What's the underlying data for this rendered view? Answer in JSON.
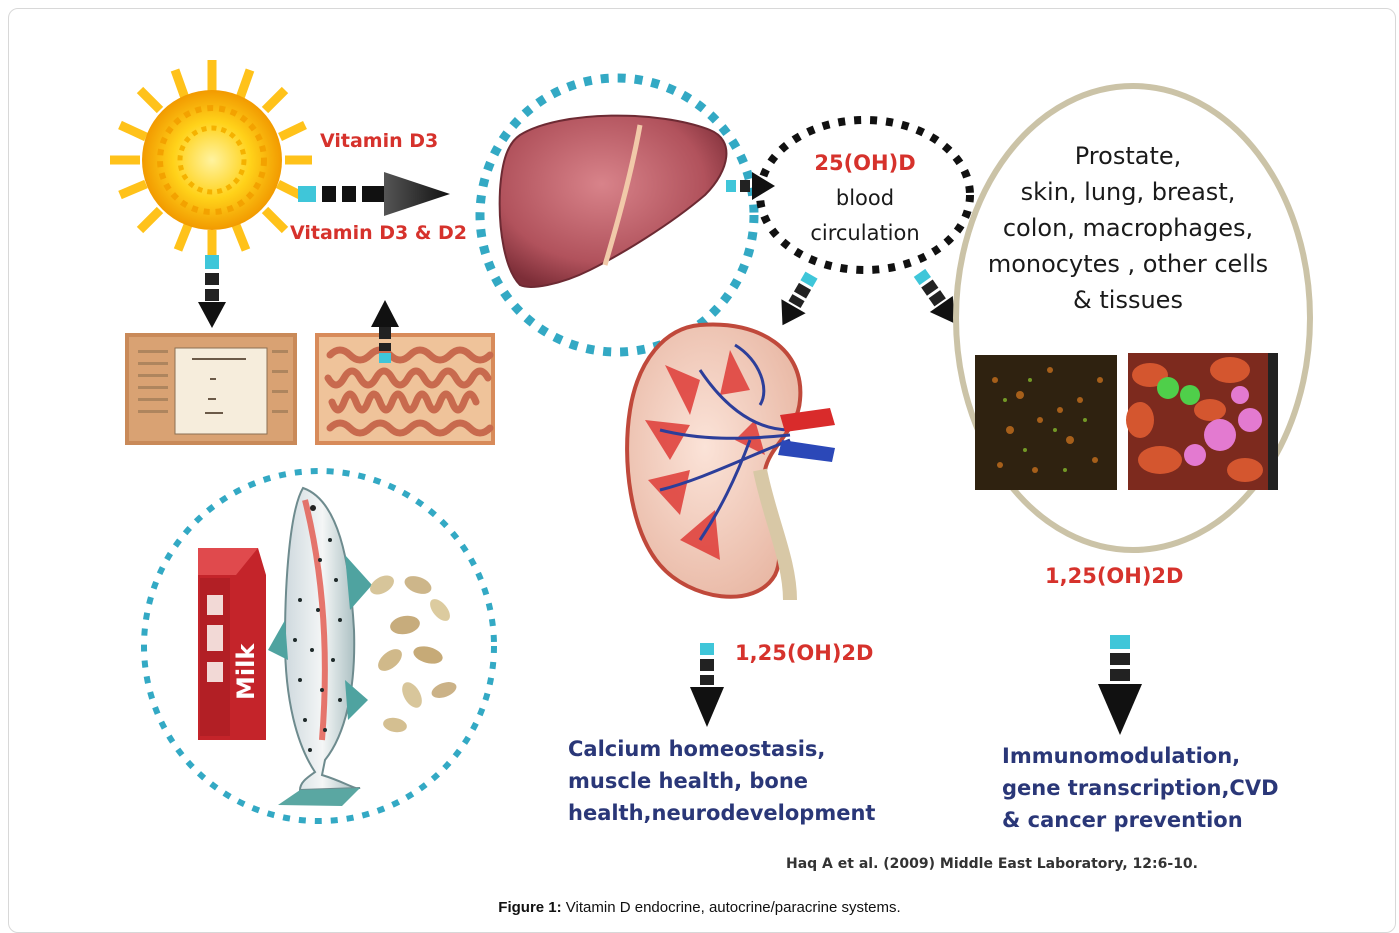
{
  "diagram": {
    "label_vitamin_d3": "Vitamin D3",
    "label_vitamin_d3_d2": "Vitamin D3 & D2",
    "circulation": {
      "line1": "25(OH)D",
      "line2": "blood",
      "line3": "circulation"
    },
    "targets": {
      "line1": "Prostate,",
      "line2": "skin, lung, breast,",
      "line3": "colon, macrophages,",
      "line4": "monocytes , other cells",
      "line5": "& tissues"
    },
    "kidney_metabolite": "1,25(OH)2D",
    "tissue_metabolite": "1,25(OH)2D",
    "endocrine_outcome": {
      "line1": "Calcium homeostasis,",
      "line2": "muscle health, bone",
      "line3": "health,neurodevelopment"
    },
    "paracrine_outcome": {
      "line1": "Immunomodulation,",
      "line2": "gene transcription,CVD",
      "line3": "& cancer prevention"
    },
    "milk_carton_text": "Milk",
    "citation": "Haq A et al. (2009) Middle East Laboratory, 12:6-10."
  },
  "caption": {
    "label": "Figure 1:",
    "text": " Vitamin D endocrine, autocrine/paracrine systems."
  },
  "colors": {
    "red_text": "#d6322c",
    "navy_text": "#2a3778",
    "dotted_teal": "#33a9c4",
    "ellipse": "#cbc3a7"
  }
}
